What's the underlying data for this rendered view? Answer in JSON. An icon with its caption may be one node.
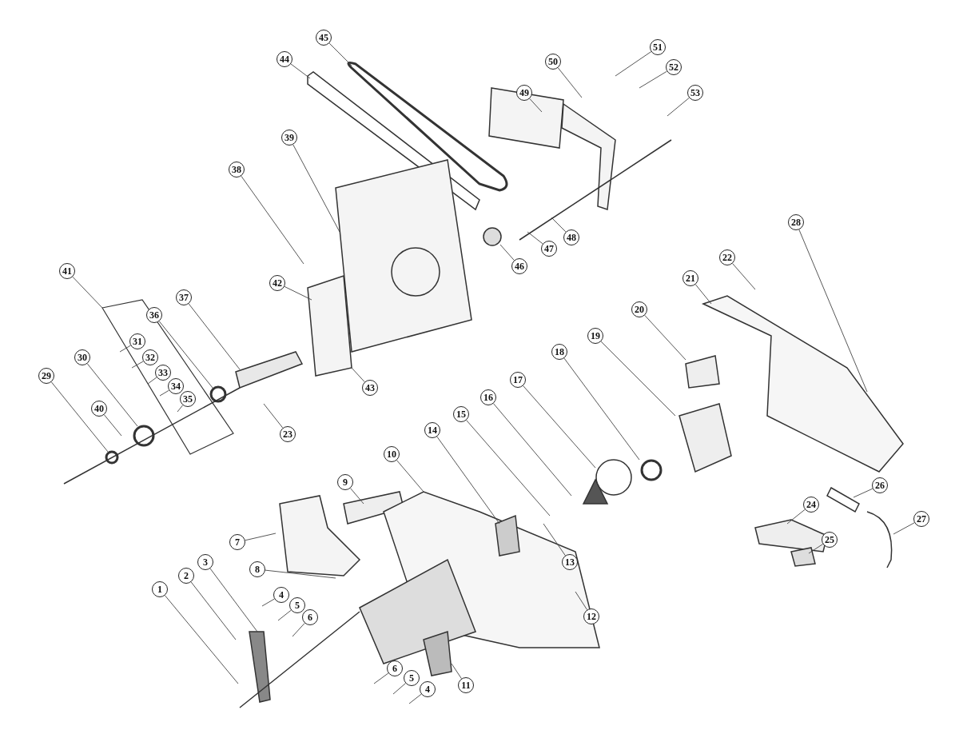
{
  "diagram": {
    "nodes": [
      {
        "text": [
          "1"
        ]
      },
      {
        "text": [
          "2"
        ]
      },
      {
        "text": [
          "3"
        ]
      },
      {
        "text": [
          "4"
        ]
      },
      {
        "text": [
          "5"
        ]
      },
      {
        "text": [
          "6"
        ]
      },
      {
        "text": [
          "7"
        ]
      },
      {
        "text": [
          "8"
        ]
      },
      {
        "text": [
          "9"
        ]
      },
      {
        "text": [
          "10"
        ]
      },
      {
        "text": [
          "11"
        ]
      },
      {
        "text": [
          "12"
        ]
      },
      {
        "text": [
          "13"
        ]
      },
      {
        "text": [
          "14"
        ]
      },
      {
        "text": [
          "15"
        ]
      },
      {
        "text": [
          "16"
        ]
      },
      {
        "text": [
          "17"
        ]
      },
      {
        "text": [
          "18"
        ]
      },
      {
        "text": [
          "19"
        ]
      },
      {
        "text": [
          "20"
        ]
      },
      {
        "text": [
          "21"
        ]
      },
      {
        "text": [
          "22"
        ]
      },
      {
        "text": [
          "23"
        ]
      },
      {
        "text": [
          "24"
        ]
      },
      {
        "text": [
          "25"
        ]
      },
      {
        "text": [
          "26"
        ]
      },
      {
        "text": [
          "27"
        ]
      },
      {
        "text": [
          "28"
        ]
      },
      {
        "text": [
          "29"
        ]
      },
      {
        "text": [
          "30"
        ]
      },
      {
        "text": [
          "31"
        ]
      },
      {
        "text": [
          "32"
        ]
      },
      {
        "text": [
          "33"
        ]
      },
      {
        "text": [
          "34"
        ]
      },
      {
        "text": [
          "35"
        ]
      },
      {
        "text": [
          "36"
        ]
      },
      {
        "text": [
          "37"
        ]
      },
      {
        "text": [
          "38"
        ]
      },
      {
        "text": [
          "39"
        ]
      },
      {
        "text": [
          "40"
        ]
      },
      {
        "text": [
          "41"
        ]
      },
      {
        "text": [
          "42"
        ]
      },
      {
        "text": [
          "43"
        ]
      },
      {
        "text": [
          "44"
        ]
      },
      {
        "text": [
          "45"
        ]
      },
      {
        "text": [
          "46"
        ]
      },
      {
        "text": [
          "47"
        ]
      },
      {
        "text": [
          "48"
        ]
      },
      {
        "text": [
          "49"
        ]
      },
      {
        "text": [
          "50"
        ]
      },
      {
        "text": [
          "51"
        ]
      },
      {
        "text": [
          "52"
        ]
      },
      {
        "text": [
          "53"
        ]
      },
      {
        "text": [
          "6"
        ]
      },
      {
        "text": [
          "5"
        ]
      },
      {
        "text": [
          "4"
        ]
      }
    ],
    "edges": [
      {
        "from": 0,
        "to": null,
        "arrow": "none"
      },
      {
        "from": 1,
        "to": null,
        "arrow": "none"
      },
      {
        "from": 2,
        "to": null,
        "arrow": "none"
      },
      {
        "from": 3,
        "to": null,
        "arrow": "none"
      },
      {
        "from": 4,
        "to": null,
        "arrow": "none"
      },
      {
        "from": 5,
        "to": null,
        "arrow": "none"
      },
      {
        "from": 6,
        "to": null,
        "arrow": "none"
      },
      {
        "from": 7,
        "to": null,
        "arrow": "none"
      },
      {
        "from": 8,
        "to": null,
        "arrow": "none"
      },
      {
        "from": 9,
        "to": null,
        "arrow": "none"
      },
      {
        "from": 10,
        "to": null,
        "arrow": "none"
      },
      {
        "from": 11,
        "to": null,
        "arrow": "none"
      },
      {
        "from": 12,
        "to": null,
        "arrow": "none"
      },
      {
        "from": 13,
        "to": null,
        "arrow": "none"
      },
      {
        "from": 14,
        "to": null,
        "arrow": "none"
      },
      {
        "from": 15,
        "to": null,
        "arrow": "none"
      },
      {
        "from": 16,
        "to": null,
        "arrow": "none"
      },
      {
        "from": 17,
        "to": null,
        "arrow": "none"
      },
      {
        "from": 18,
        "to": null,
        "arrow": "none"
      },
      {
        "from": 19,
        "to": null,
        "arrow": "none"
      },
      {
        "from": 20,
        "to": null,
        "arrow": "none"
      },
      {
        "from": 21,
        "to": null,
        "arrow": "none"
      },
      {
        "from": 22,
        "to": null,
        "arrow": "none"
      },
      {
        "from": 23,
        "to": null,
        "arrow": "none"
      },
      {
        "from": 24,
        "to": null,
        "arrow": "none"
      },
      {
        "from": 25,
        "to": null,
        "arrow": "none"
      },
      {
        "from": 26,
        "to": null,
        "arrow": "none"
      },
      {
        "from": 27,
        "to": null,
        "arrow": "none"
      },
      {
        "from": 28,
        "to": null,
        "arrow": "none"
      },
      {
        "from": 29,
        "to": null,
        "arrow": "none"
      },
      {
        "from": 30,
        "to": null,
        "arrow": "none"
      },
      {
        "from": 31,
        "to": null,
        "arrow": "none"
      },
      {
        "from": 32,
        "to": null,
        "arrow": "none"
      },
      {
        "from": 33,
        "to": null,
        "arrow": "none"
      },
      {
        "from": 34,
        "to": null,
        "arrow": "none"
      },
      {
        "from": 35,
        "to": null,
        "arrow": "none"
      },
      {
        "from": 36,
        "to": null,
        "arrow": "none"
      },
      {
        "from": 37,
        "to": null,
        "arrow": "none"
      },
      {
        "from": 38,
        "to": null,
        "arrow": "none"
      },
      {
        "from": 39,
        "to": null,
        "arrow": "none"
      },
      {
        "from": 40,
        "to": null,
        "arrow": "none"
      },
      {
        "from": 41,
        "to": null,
        "arrow": "none"
      },
      {
        "from": 42,
        "to": null,
        "arrow": "none"
      },
      {
        "from": 43,
        "to": null,
        "arrow": "none"
      },
      {
        "from": 44,
        "to": null,
        "arrow": "none"
      },
      {
        "from": 45,
        "to": null,
        "arrow": "none"
      },
      {
        "from": 46,
        "to": null,
        "arrow": "none"
      },
      {
        "from": 47,
        "to": null,
        "arrow": "none"
      },
      {
        "from": 48,
        "to": null,
        "arrow": "none"
      },
      {
        "from": 49,
        "to": null,
        "arrow": "none"
      },
      {
        "from": 50,
        "to": null,
        "arrow": "none"
      },
      {
        "from": 51,
        "to": null,
        "arrow": "none"
      },
      {
        "from": 52,
        "to": null,
        "arrow": "none"
      },
      {
        "from": 53,
        "to": null,
        "arrow": "none"
      },
      {
        "from": 54,
        "to": null,
        "arrow": "none"
      },
      {
        "from": 55,
        "to": null,
        "arrow": "none"
      }
    ]
  }
}
